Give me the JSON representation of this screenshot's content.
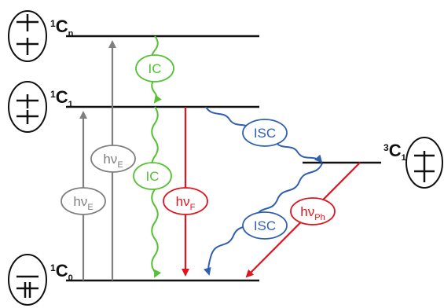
{
  "colors": {
    "line": "#111111",
    "gray": "#7f7f7f",
    "green": "#55c133",
    "red": "#e1141d",
    "blue": "#2f5fb0"
  },
  "states": {
    "s0": {
      "sup": "1",
      "base": "C",
      "sub": "0"
    },
    "s1": {
      "sup": "1",
      "base": "C",
      "sub": "1"
    },
    "sn": {
      "sup": "1",
      "base": "C",
      "sub": "n"
    },
    "t1": {
      "sup": "3",
      "base": "C",
      "sub": "1"
    }
  },
  "processes": {
    "absorption_n": {
      "main": "hν",
      "sub": "E"
    },
    "absorption_1": {
      "main": "hν",
      "sub": "E"
    },
    "ic_upper": {
      "main": "IC"
    },
    "ic_lower": {
      "main": "IC"
    },
    "fluorescence": {
      "main": "hν",
      "sub": "F"
    },
    "isc_forward": {
      "main": "ISC"
    },
    "isc_back": {
      "main": "ISC"
    },
    "phosphorescence": {
      "main": "hν",
      "sub": "Ph"
    }
  }
}
